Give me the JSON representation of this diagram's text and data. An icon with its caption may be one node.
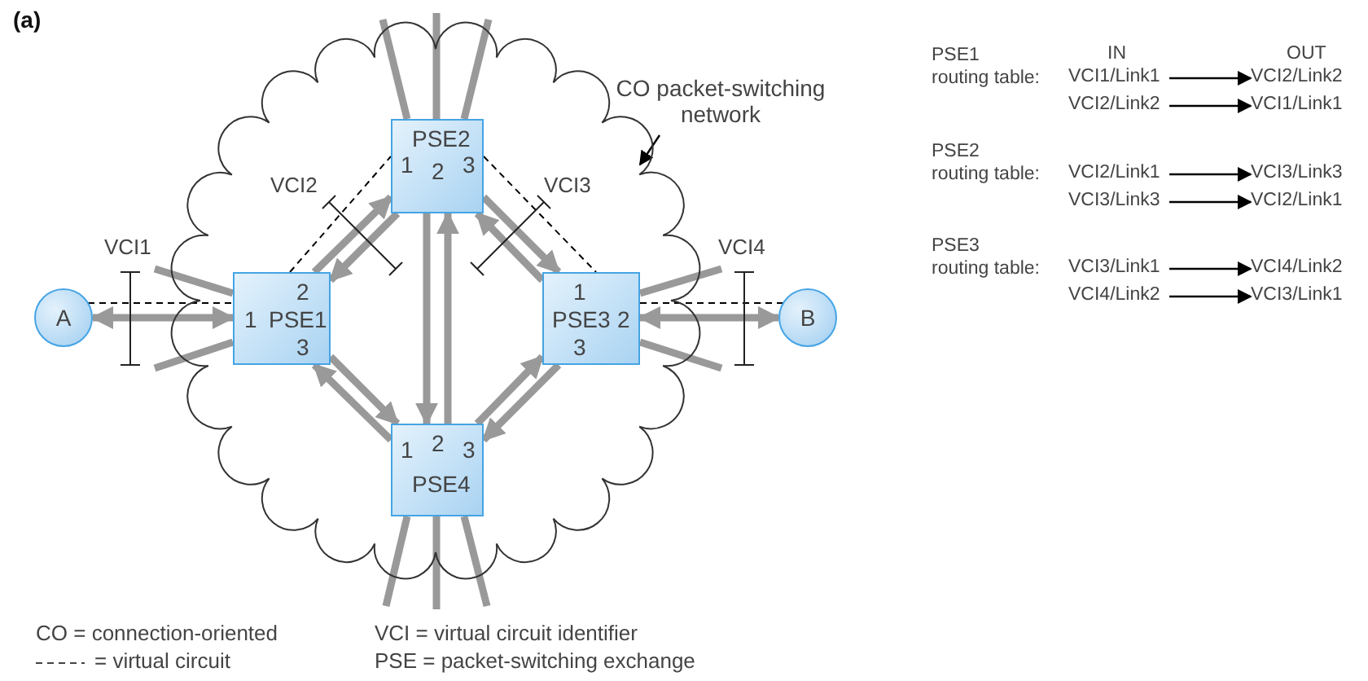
{
  "diagram": {
    "nodes": [
      {
        "text": [],
        "shape": "cloud"
      },
      {
        "text": [
          "CO packet-switching network"
        ]
      },
      {
        "text": [
          "A"
        ]
      },
      {
        "text": [
          "2",
          "1",
          "PSE1",
          "3"
        ],
        "in": 0
      },
      {
        "text": [
          "PSE2",
          "1",
          "2",
          "3"
        ],
        "in": 0
      },
      {
        "text": [
          "1",
          "PSE3",
          "2",
          "3"
        ],
        "in": 0
      },
      {
        "text": [
          "1",
          "2",
          "3",
          "PSE4"
        ],
        "in": 0
      },
      {
        "text": [
          "B"
        ]
      },
      {
        "text": [
          "VCI1/Link1"
        ]
      },
      {
        "text": [
          "VCI2/Link2"
        ]
      },
      {
        "text": [
          "VCI2/Link2"
        ]
      },
      {
        "text": [
          "VCI1/Link1"
        ]
      },
      {
        "text": [
          "VCI2/Link1"
        ]
      },
      {
        "text": [
          "VCI3/Link3"
        ]
      },
      {
        "text": [
          "VCI3/Link3"
        ]
      },
      {
        "text": [
          "VCI2/Link1"
        ]
      },
      {
        "text": [
          "VCI3/Link1"
        ]
      },
      {
        "text": [
          "VCI4/Link2"
        ]
      },
      {
        "text": [
          "VCI4/Link2"
        ]
      },
      {
        "text": [
          "VCI3/Link1"
        ]
      }
    ],
    "edges": [
      {
        "from": 1,
        "to": 0,
        "arrow": "to",
        "color": "#000000"
      },
      {
        "from": 2,
        "to": 3,
        "arrow": "both"
      },
      {
        "from": 3,
        "to": 4,
        "arrow": "to"
      },
      {
        "from": 4,
        "to": 3,
        "arrow": "to"
      },
      {
        "from": 4,
        "to": 6,
        "arrow": "to"
      },
      {
        "from": 6,
        "to": 4,
        "arrow": "to"
      },
      {
        "from": 4,
        "to": 5,
        "arrow": "to"
      },
      {
        "from": 5,
        "to": 4,
        "arrow": "to"
      },
      {
        "from": 3,
        "to": 6,
        "arrow": "to"
      },
      {
        "from": 6,
        "to": 3,
        "arrow": "to"
      },
      {
        "from": 6,
        "to": 5,
        "arrow": "to"
      },
      {
        "from": 5,
        "to": 6,
        "arrow": "to"
      },
      {
        "from": 5,
        "to": 7,
        "arrow": "both"
      },
      {
        "from": 3,
        "to": null,
        "arrow": "none"
      },
      {
        "from": 3,
        "to": null,
        "arrow": "none"
      },
      {
        "from": 4,
        "to": null,
        "arrow": "none"
      },
      {
        "from": 4,
        "to": null,
        "arrow": "none"
      },
      {
        "from": 4,
        "to": null,
        "arrow": "none"
      },
      {
        "from": 5,
        "to": null,
        "arrow": "none"
      },
      {
        "from": 5,
        "to": null,
        "arrow": "none"
      },
      {
        "from": 6,
        "to": null,
        "arrow": "none"
      },
      {
        "from": 6,
        "to": null,
        "arrow": "none"
      },
      {
        "from": 6,
        "to": null,
        "arrow": "none"
      },
      {
        "from": 2,
        "to": 3,
        "arrow": "none",
        "style": "dashed",
        "color": "#000000"
      },
      {
        "from": 3,
        "to": 4,
        "arrow": "none",
        "style": "dashed",
        "color": "#000000"
      },
      {
        "from": 4,
        "to": 5,
        "arrow": "none",
        "style": "dashed",
        "color": "#000000"
      },
      {
        "from": 5,
        "to": 7,
        "arrow": "none",
        "style": "dashed",
        "color": "#000000"
      },
      {
        "from": 8,
        "to": 9,
        "arrow": "to",
        "color": "#000000"
      },
      {
        "from": 10,
        "to": 11,
        "arrow": "to",
        "color": "#000000"
      },
      {
        "from": 12,
        "to": 13,
        "arrow": "to",
        "color": "#000000"
      },
      {
        "from": 14,
        "to": 15,
        "arrow": "to",
        "color": "#000000"
      },
      {
        "from": 16,
        "to": 17,
        "arrow": "to",
        "color": "#000000"
      },
      {
        "from": 18,
        "to": 19,
        "arrow": "to",
        "color": "#000000"
      }
    ],
    "labels": [
      "(a)",
      "VCI1",
      "VCI2",
      "VCI3",
      "VCI4",
      "IN",
      "OUT",
      "PSE1 routing table:",
      "PSE2 routing table:",
      "PSE3 routing table:",
      "CO = connection-oriented",
      "VCI = virtual circuit identifier",
      "PSE = packet-switching exchange"
    ],
    "legend": [
      {
        "text": "= virtual circuit"
      }
    ]
  }
}
